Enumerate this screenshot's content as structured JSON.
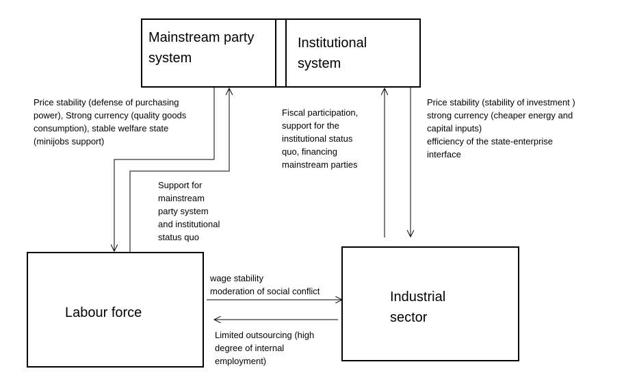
{
  "nodes": {
    "mainstream_party": "Mainstream party\nsystem",
    "institutional": "Institutional\nsystem",
    "labour": "Labour force",
    "industrial": "Industrial\nsector"
  },
  "edges": {
    "party_to_labour": "Price stability (defense of purchasing\npower), Strong currency (quality goods\nconsumption),  stable welfare state\n(minijobs support)",
    "labour_to_party": "Support for\nmainstream\nparty system\nand institutional\nstatus quo",
    "industry_to_institutions": "Fiscal participation,\nsupport for the\ninstitutional status\nquo, financing\nmainstream parties",
    "institutions_to_industry": "Price stability (stability of investment )\nstrong currency (cheaper energy and\ncapital inputs)\nefficiency of the state-enterprise\ninterface",
    "labour_to_industry": "wage stability\nmoderation of social conflict",
    "industry_to_labour": "Limited outsourcing (high\ndegree of internal\nemployment)"
  }
}
